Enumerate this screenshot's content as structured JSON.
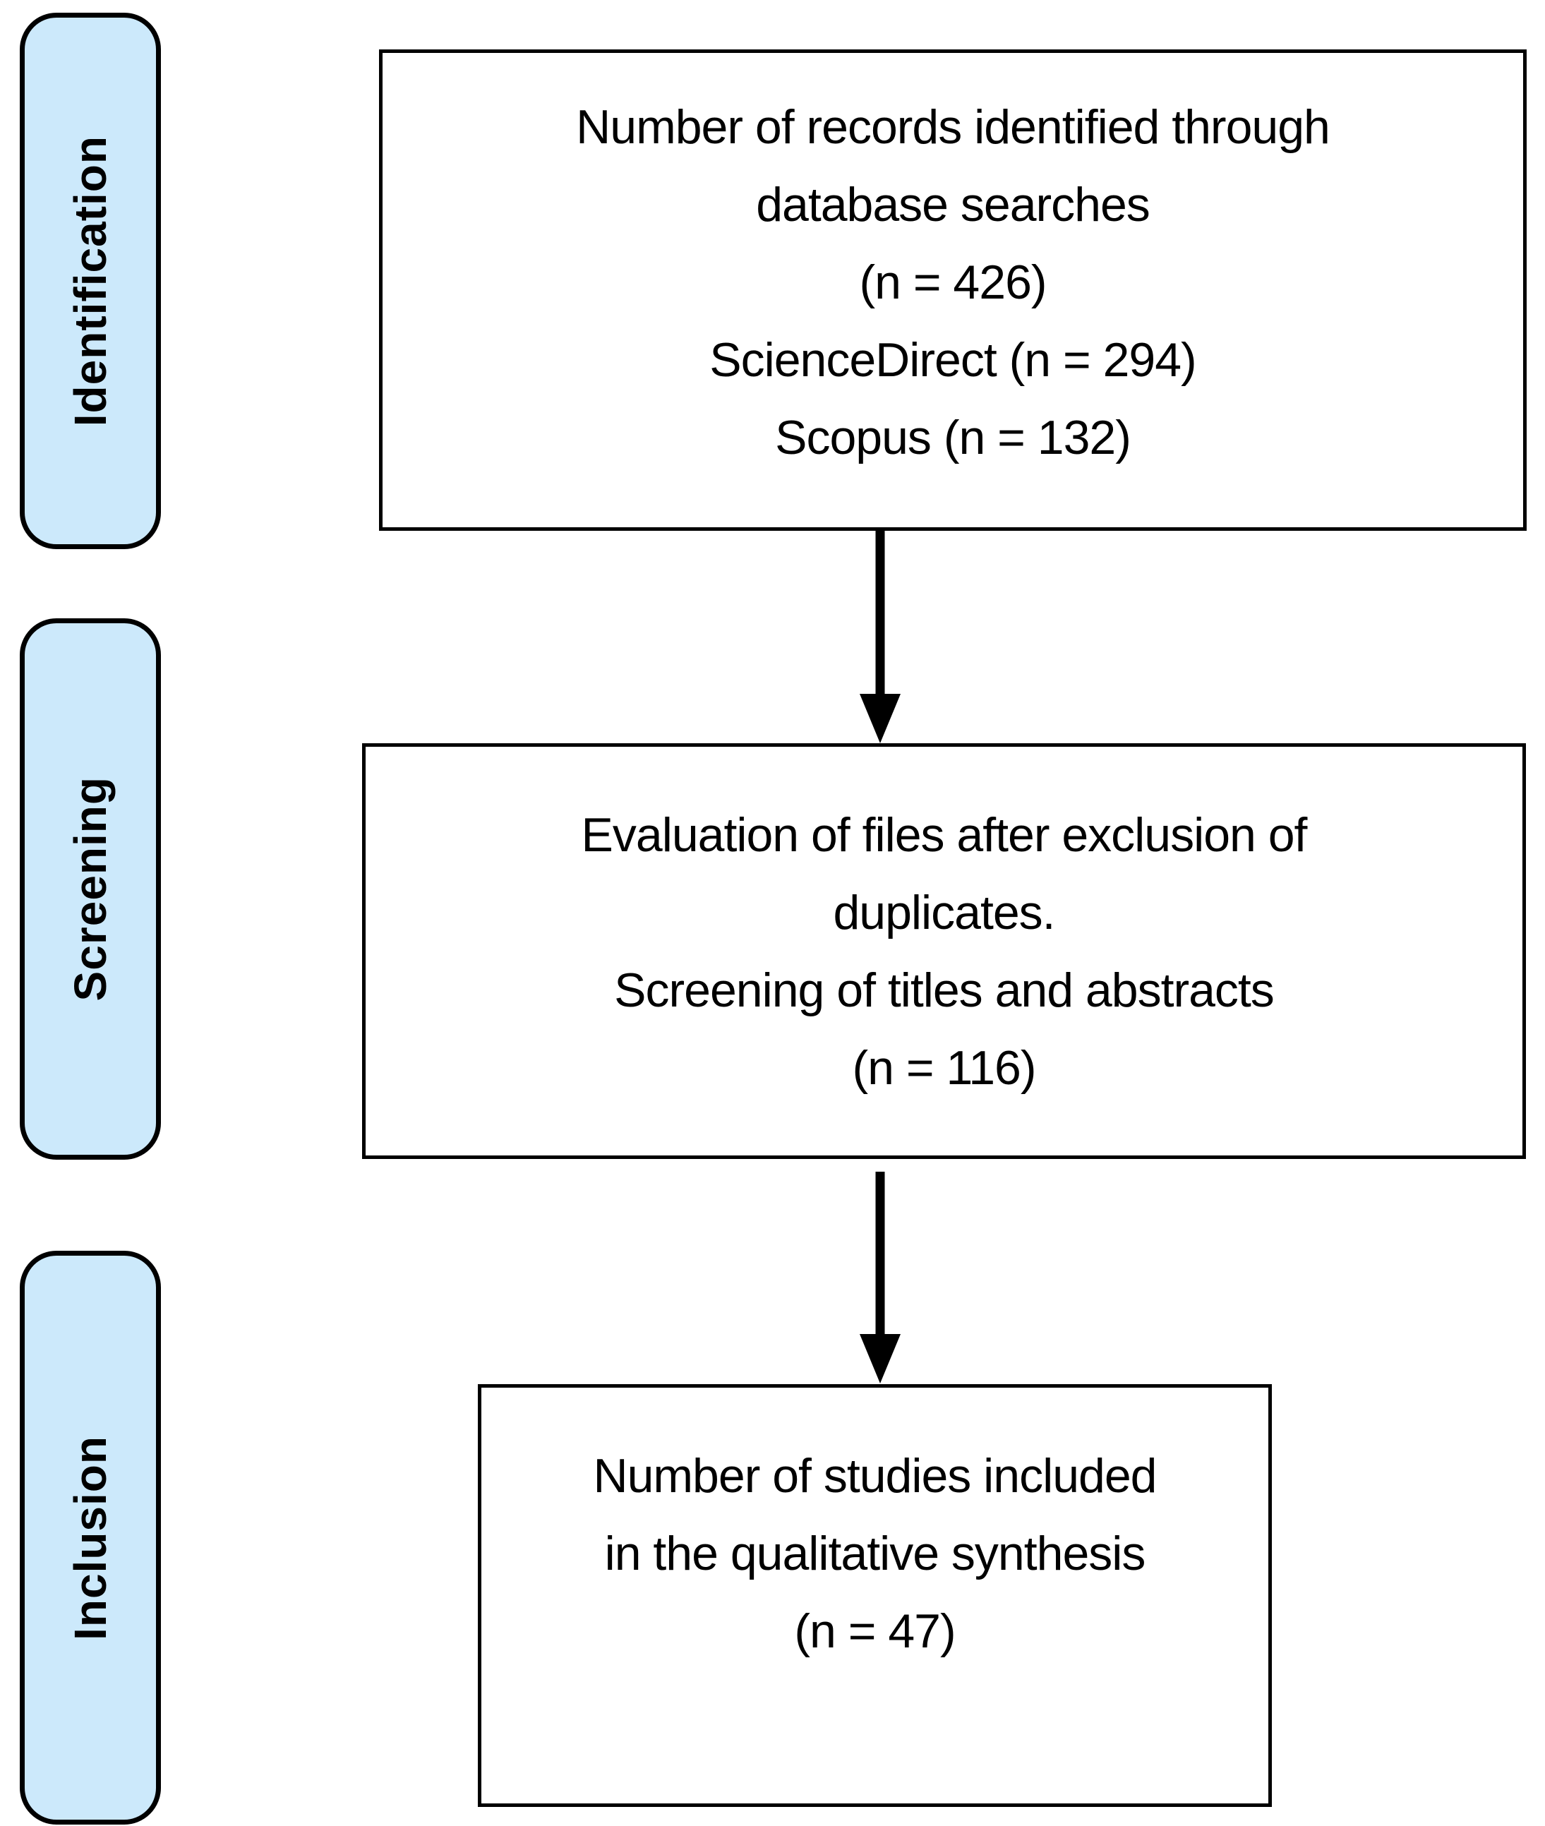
{
  "diagram": {
    "title": "PRISMA-style study selection flow diagram",
    "stages": [
      {
        "label": "Identification"
      },
      {
        "label": "Screening"
      },
      {
        "label": "Inclusion"
      }
    ],
    "boxes": [
      {
        "lines": [
          "Number of records identified through",
          "database searches",
          "(n = 426)",
          "ScienceDirect (n = 294)",
          "Scopus (n = 132)"
        ]
      },
      {
        "lines": [
          "Evaluation of files after exclusion of",
          "duplicates.",
          "Screening of titles and abstracts",
          "(n = 116)"
        ]
      },
      {
        "lines": [
          "Number of studies included",
          "in the qualitative synthesis",
          "(n = 47)"
        ]
      }
    ],
    "counts": {
      "records_identified": 426,
      "sciencedirect": 294,
      "scopus": 132,
      "screened": 116,
      "included": 47
    },
    "colors": {
      "stage_fill": "#cce9fb",
      "border": "#000000",
      "box_fill": "#ffffff",
      "background": "#ffffff"
    }
  }
}
